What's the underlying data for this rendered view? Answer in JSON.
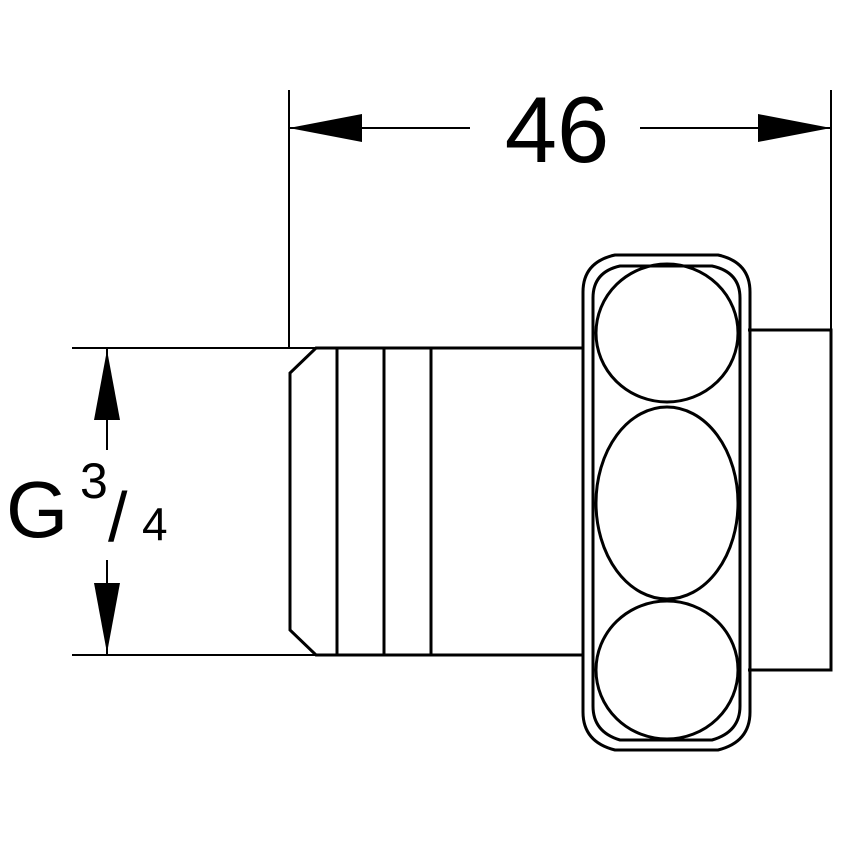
{
  "dimensions": {
    "width_label": "46",
    "thread_prefix": "G",
    "thread_numerator": "3",
    "thread_slash": "/",
    "thread_denominator": "4"
  },
  "colors": {
    "line": "#000000",
    "background": "#ffffff"
  }
}
